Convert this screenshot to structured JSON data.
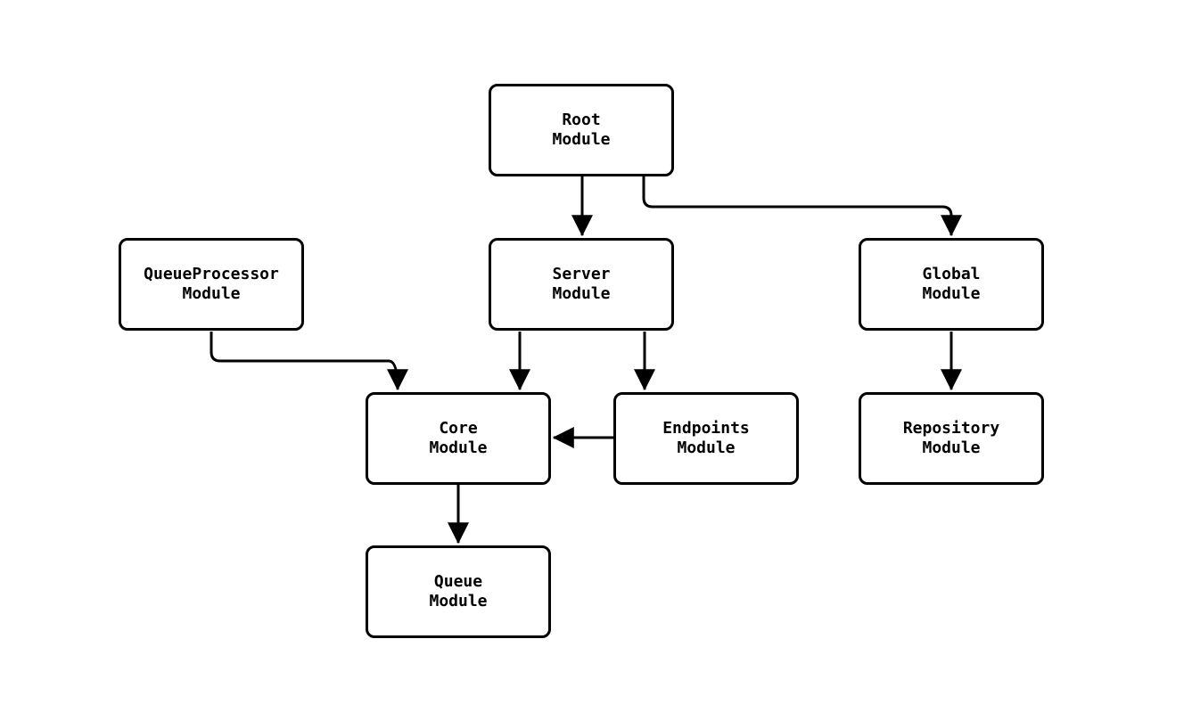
{
  "diagram": {
    "type": "flowchart",
    "colors": {
      "background": "#ffffff",
      "node_fill": "#ffffff",
      "node_border": "#000000",
      "edge_stroke": "#000000",
      "text": "#000000"
    },
    "nodes": [
      {
        "id": "root",
        "line1": "Root",
        "line2": "Module"
      },
      {
        "id": "queueprocessor",
        "line1": "QueueProcessor",
        "line2": "Module"
      },
      {
        "id": "server",
        "line1": "Server",
        "line2": "Module"
      },
      {
        "id": "global",
        "line1": "Global",
        "line2": "Module"
      },
      {
        "id": "core",
        "line1": "Core",
        "line2": "Module"
      },
      {
        "id": "endpoints",
        "line1": "Endpoints",
        "line2": "Module"
      },
      {
        "id": "repository",
        "line1": "Repository",
        "line2": "Module"
      },
      {
        "id": "queue",
        "line1": "Queue",
        "line2": "Module"
      }
    ],
    "edges": [
      {
        "from": "root",
        "to": "server"
      },
      {
        "from": "root",
        "to": "global"
      },
      {
        "from": "queueprocessor",
        "to": "core"
      },
      {
        "from": "server",
        "to": "core"
      },
      {
        "from": "server",
        "to": "endpoints"
      },
      {
        "from": "endpoints",
        "to": "core"
      },
      {
        "from": "global",
        "to": "repository"
      },
      {
        "from": "core",
        "to": "queue"
      }
    ]
  }
}
